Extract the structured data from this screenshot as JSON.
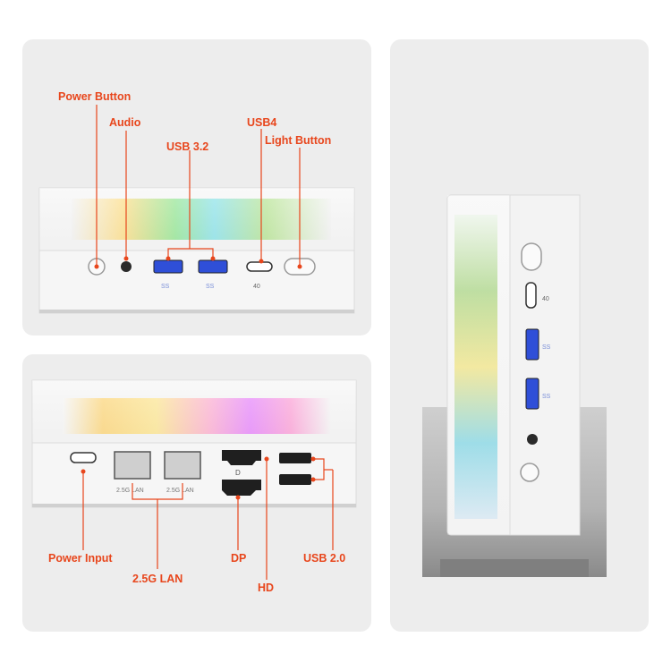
{
  "colors": {
    "accent": "#e8461c",
    "panel": "#ededed",
    "device": "#f4f4f4"
  },
  "front_view": {
    "labels": {
      "power_button": "Power Button",
      "audio": "Audio",
      "usb32": "USB 3.2",
      "usb4": "USB4",
      "light_button": "Light Button"
    },
    "port_markings": {
      "ss": "SS",
      "usb4": "40"
    }
  },
  "rear_view": {
    "labels": {
      "power_input": "Power Input",
      "lan": "2.5G LAN",
      "dp": "DP",
      "hd": "HD",
      "usb20": "USB 2.0"
    },
    "port_markings": {
      "lan1": "2.5G LAN",
      "lan2": "2.5G LAN",
      "dp": "D"
    }
  },
  "side_view": {
    "port_markings": {
      "usb4": "40",
      "ss1": "SS",
      "ss2": "SS"
    }
  }
}
